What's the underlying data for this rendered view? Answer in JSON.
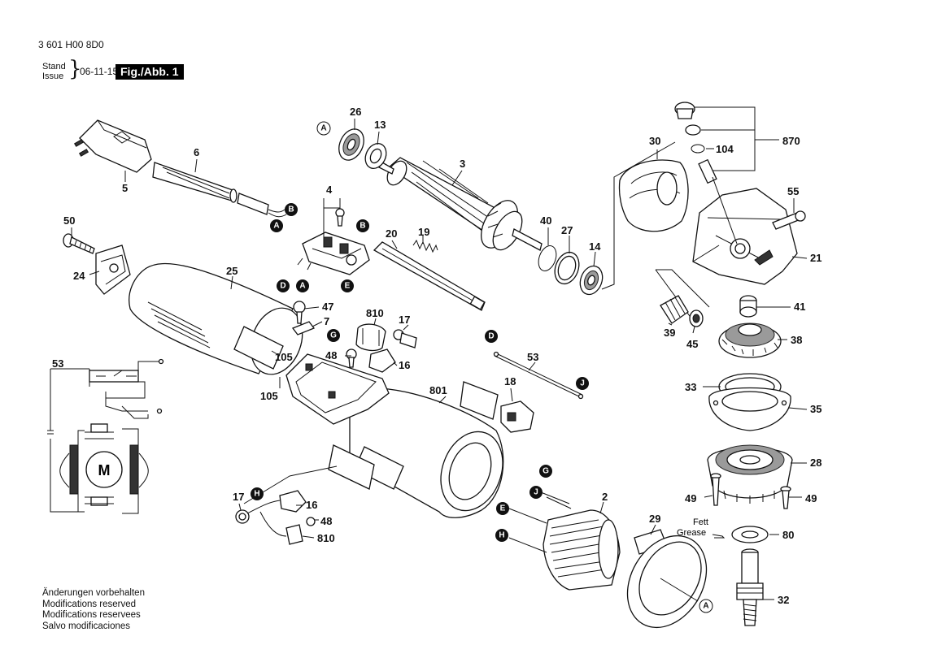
{
  "header": {
    "doc_number": "3 601 H00 8D0",
    "stand_label": "Stand",
    "issue_label": "Issue",
    "date": "06-11-15",
    "figure_label": "Fig./Abb. 1"
  },
  "footer": {
    "notes": [
      "Änderungen vorbehalten",
      "Modifications reserved",
      "Modifications reservees",
      "Salvo modificaciones"
    ]
  },
  "grease_note": {
    "line1": "Fett",
    "line2": "Grease"
  },
  "motor_symbol": "M",
  "part_numbers": [
    {
      "id": "26",
      "label": "26"
    },
    {
      "id": "13",
      "label": "13"
    },
    {
      "id": "3",
      "label": "3"
    },
    {
      "id": "6",
      "label": "6"
    },
    {
      "id": "5",
      "label": "5"
    },
    {
      "id": "4",
      "label": "4"
    },
    {
      "id": "50",
      "label": "50"
    },
    {
      "id": "24",
      "label": "24"
    },
    {
      "id": "25",
      "label": "25"
    },
    {
      "id": "20",
      "label": "20"
    },
    {
      "id": "19",
      "label": "19"
    },
    {
      "id": "40",
      "label": "40"
    },
    {
      "id": "27",
      "label": "27"
    },
    {
      "id": "14",
      "label": "14"
    },
    {
      "id": "30",
      "label": "30"
    },
    {
      "id": "104",
      "label": "104"
    },
    {
      "id": "870",
      "label": "870"
    },
    {
      "id": "55",
      "label": "55"
    },
    {
      "id": "21",
      "label": "21"
    },
    {
      "id": "41",
      "label": "41"
    },
    {
      "id": "39",
      "label": "39"
    },
    {
      "id": "45",
      "label": "45"
    },
    {
      "id": "38",
      "label": "38"
    },
    {
      "id": "33",
      "label": "33"
    },
    {
      "id": "35",
      "label": "35"
    },
    {
      "id": "28",
      "label": "28"
    },
    {
      "id": "49a",
      "label": "49"
    },
    {
      "id": "49b",
      "label": "49"
    },
    {
      "id": "80",
      "label": "80"
    },
    {
      "id": "32",
      "label": "32"
    },
    {
      "id": "29",
      "label": "29"
    },
    {
      "id": "2",
      "label": "2"
    },
    {
      "id": "47",
      "label": "47"
    },
    {
      "id": "7",
      "label": "7"
    },
    {
      "id": "810a",
      "label": "810"
    },
    {
      "id": "17a",
      "label": "17"
    },
    {
      "id": "48a",
      "label": "48"
    },
    {
      "id": "16a",
      "label": "16"
    },
    {
      "id": "105a",
      "label": "105"
    },
    {
      "id": "105b",
      "label": "105"
    },
    {
      "id": "53a",
      "label": "53"
    },
    {
      "id": "53b",
      "label": "53"
    },
    {
      "id": "801",
      "label": "801"
    },
    {
      "id": "18",
      "label": "18"
    },
    {
      "id": "17b",
      "label": "17"
    },
    {
      "id": "16b",
      "label": "16"
    },
    {
      "id": "48b",
      "label": "48"
    },
    {
      "id": "810b",
      "label": "810"
    }
  ],
  "connector_labels": {
    "a": "A",
    "b": "B",
    "d": "D",
    "e": "E",
    "g": "G",
    "h": "H",
    "j": "J"
  }
}
